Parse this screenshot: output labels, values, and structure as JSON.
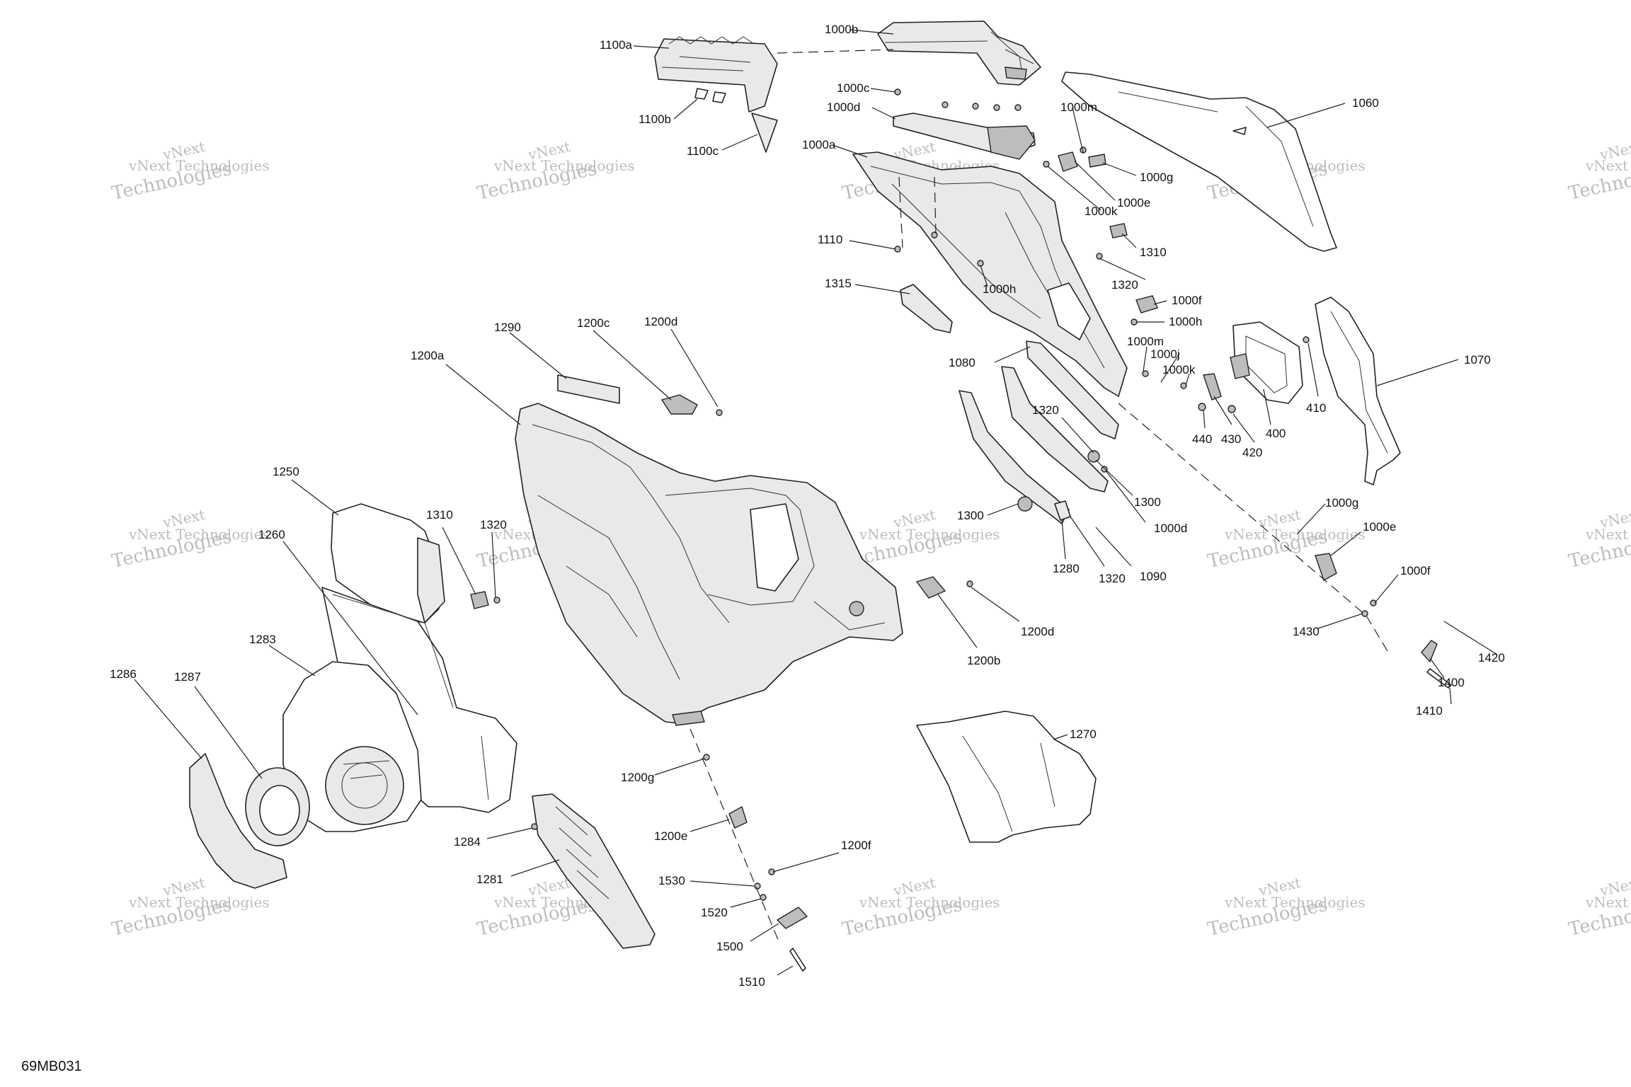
{
  "drawing_code": "69MB031",
  "watermark": {
    "line1": "vNext Technologies",
    "line2": "Technologies",
    "line3": "vNext"
  },
  "labels": {
    "l1000b": "1000b",
    "l1100a": "1100a",
    "l1000c": "1000c",
    "l1000d_top": "1000d",
    "l1100b": "1100b",
    "l1100c": "1100c",
    "l1000a": "1000a",
    "l1000m_top": "1000m",
    "l1060": "1060",
    "l1000g_top": "1000g",
    "l1000e_top": "1000e",
    "l1000k_top": "1000k",
    "l1110": "1110",
    "l1310_top": "1310",
    "l1000h_left": "1000h",
    "l1320_top": "1320",
    "l1315": "1315",
    "l1000f_top": "1000f",
    "l1000h_right": "1000h",
    "l1290": "1290",
    "l1200c": "1200c",
    "l1200d_top": "1200d",
    "l1000m_mid": "1000m",
    "l1000j": "1000j",
    "l1000k_mid": "1000k",
    "l1080": "1080",
    "l1200a": "1200a",
    "l1070": "1070",
    "l410": "410",
    "l400": "400",
    "l440": "440",
    "l430": "430",
    "l420": "420",
    "l1320_mid": "1320",
    "l1250": "1250",
    "l1300_right": "1300",
    "l1300_left": "1300",
    "l1000d_mid": "1000d",
    "l1310_left": "1310",
    "l1320_left": "1320",
    "l1260": "1260",
    "l1000g_right": "1000g",
    "l1000e_right": "1000e",
    "l1280": "1280",
    "l1320_bottom": "1320",
    "l1090": "1090",
    "l1000f_right": "1000f",
    "l1283": "1283",
    "l1200d_right": "1200d",
    "l1430": "1430",
    "l1286": "1286",
    "l1287": "1287",
    "l1200b": "1200b",
    "l1420": "1420",
    "l1400": "1400",
    "l1410": "1410",
    "l1270": "1270",
    "l1200g": "1200g",
    "l1200e": "1200e",
    "l1284": "1284",
    "l1200f": "1200f",
    "l1281": "1281",
    "l1530": "1530",
    "l1520": "1520",
    "l1500": "1500",
    "l1510": "1510"
  }
}
